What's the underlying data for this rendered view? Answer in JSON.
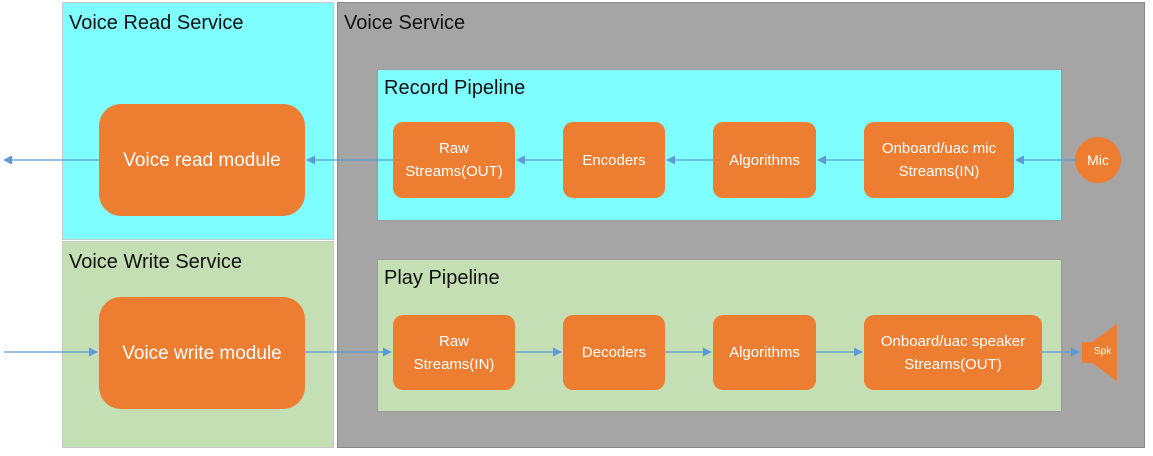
{
  "voice_read_service": {
    "title": "Voice Read Service",
    "module": "Voice read module"
  },
  "voice_write_service": {
    "title": "Voice Write Service",
    "module": "Voice write module"
  },
  "voice_service": {
    "title": "Voice Service",
    "record_pipeline": {
      "title": "Record Pipeline",
      "raw_streams": "Raw\nStreams(OUT)",
      "encoders": "Encoders",
      "algorithms": "Algorithms",
      "onboard": "Onboard/uac mic\nStreams(IN)"
    },
    "play_pipeline": {
      "title": "Play Pipeline",
      "raw_streams": "Raw\nStreams(IN)",
      "decoders": "Decoders",
      "algorithms": "Algorithms",
      "onboard": "Onboard/uac speaker\nStreams(OUT)"
    }
  },
  "mic": "Mic",
  "spk": "Spk",
  "colors": {
    "read_bg": "#7fffff",
    "write_bg": "#c5dfb4",
    "service_bg": "#a5a5a5",
    "box": "#ed7d31",
    "arrow": "#5b9bd5"
  }
}
